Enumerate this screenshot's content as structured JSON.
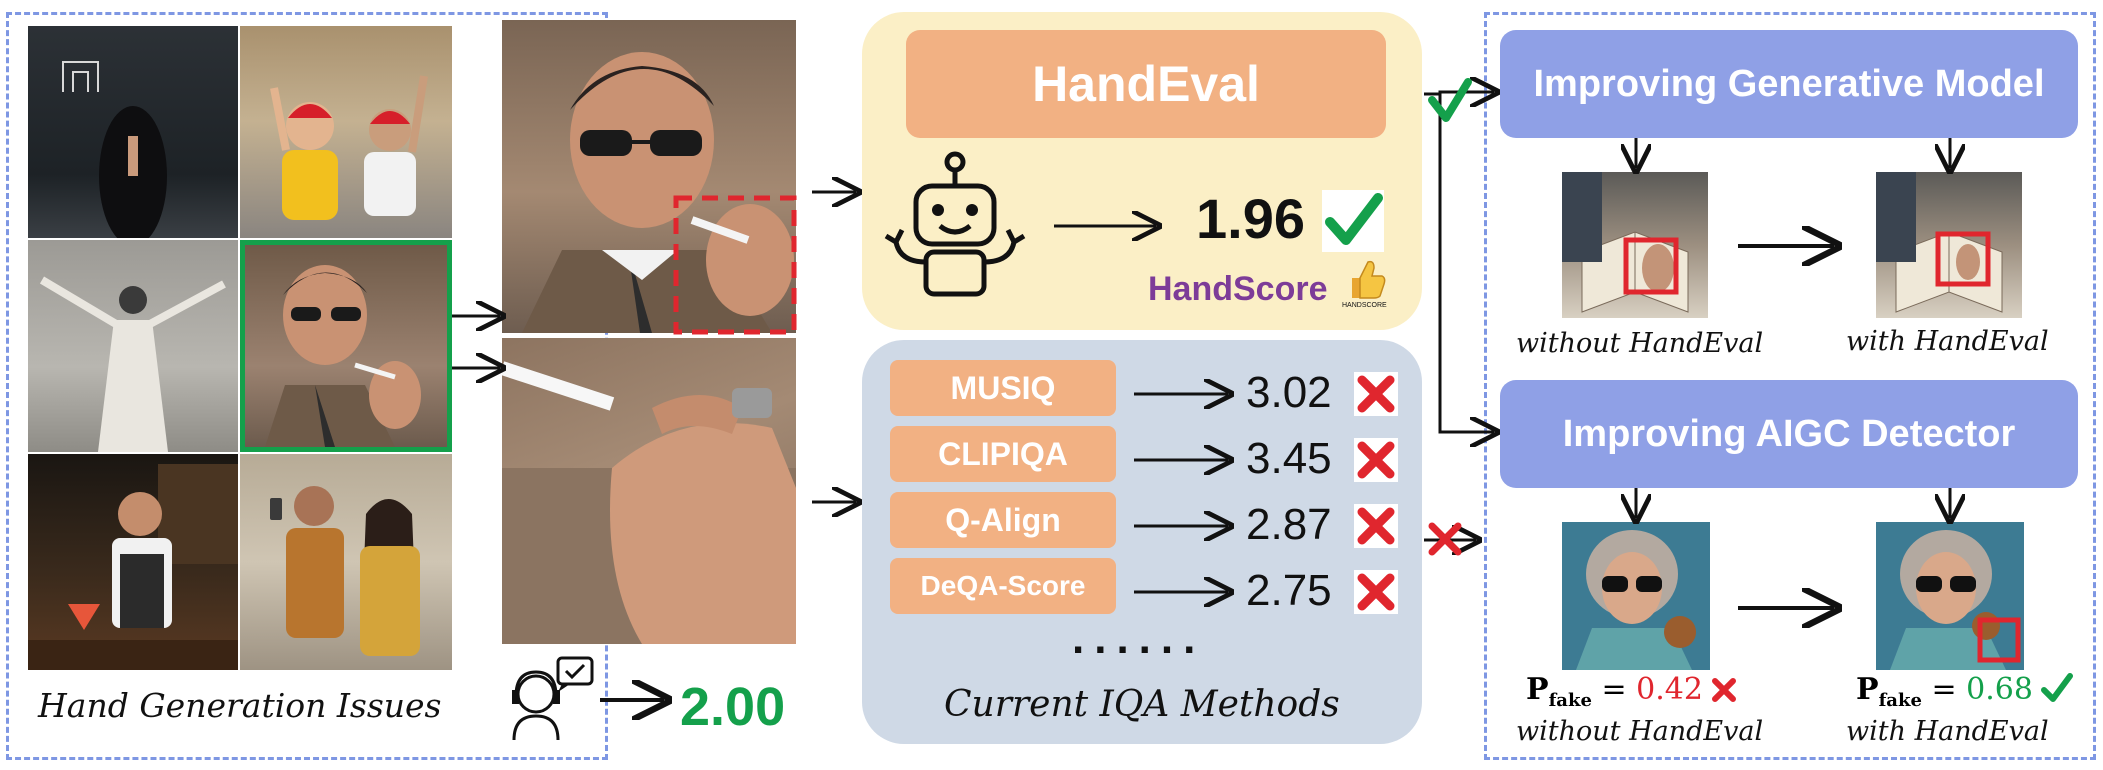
{
  "left_panel": {
    "caption": "Hand Generation Issues",
    "human_score": "2.00"
  },
  "handeval": {
    "title": "HandEval",
    "score": "1.96",
    "logo_text": "HandScore",
    "logo_subtext": "HANDSCORE"
  },
  "iqa": {
    "methods": [
      {
        "name": "MUSIQ",
        "score": "3.02"
      },
      {
        "name": "CLIPIQA",
        "score": "3.45"
      },
      {
        "name": "Q-Align",
        "score": "2.87"
      },
      {
        "name": "DeQA-Score",
        "score": "2.75"
      }
    ],
    "ellipsis": "......",
    "caption": "Current IQA Methods"
  },
  "right_panel": {
    "gen_title": "Improving Generative Model",
    "without_label_1": "without HandEval",
    "with_label_1": "with HandEval",
    "det_title": "Improving AIGC Detector",
    "pfake_symbol": "P",
    "pfake_sub": "fake",
    "pfake_eq": "=",
    "pfake_without": "0.42",
    "pfake_with": "0.68",
    "without_label_2": "without HandEval",
    "with_label_2": "with HandEval"
  },
  "colors": {
    "dash_border": "#7e97e3",
    "handeval_bg": "#fbefc6",
    "iqa_bg": "#cfd9e6",
    "orange": "#f2b183",
    "purple": "#8fa0e6",
    "green": "#14a04b",
    "red": "#e0262e",
    "handscore_purple": "#7d3c98"
  },
  "icons": [
    "robot-icon",
    "check-icon",
    "cross-icon",
    "thumbs-up-icon",
    "human-rater-icon",
    "arrow-icon"
  ]
}
